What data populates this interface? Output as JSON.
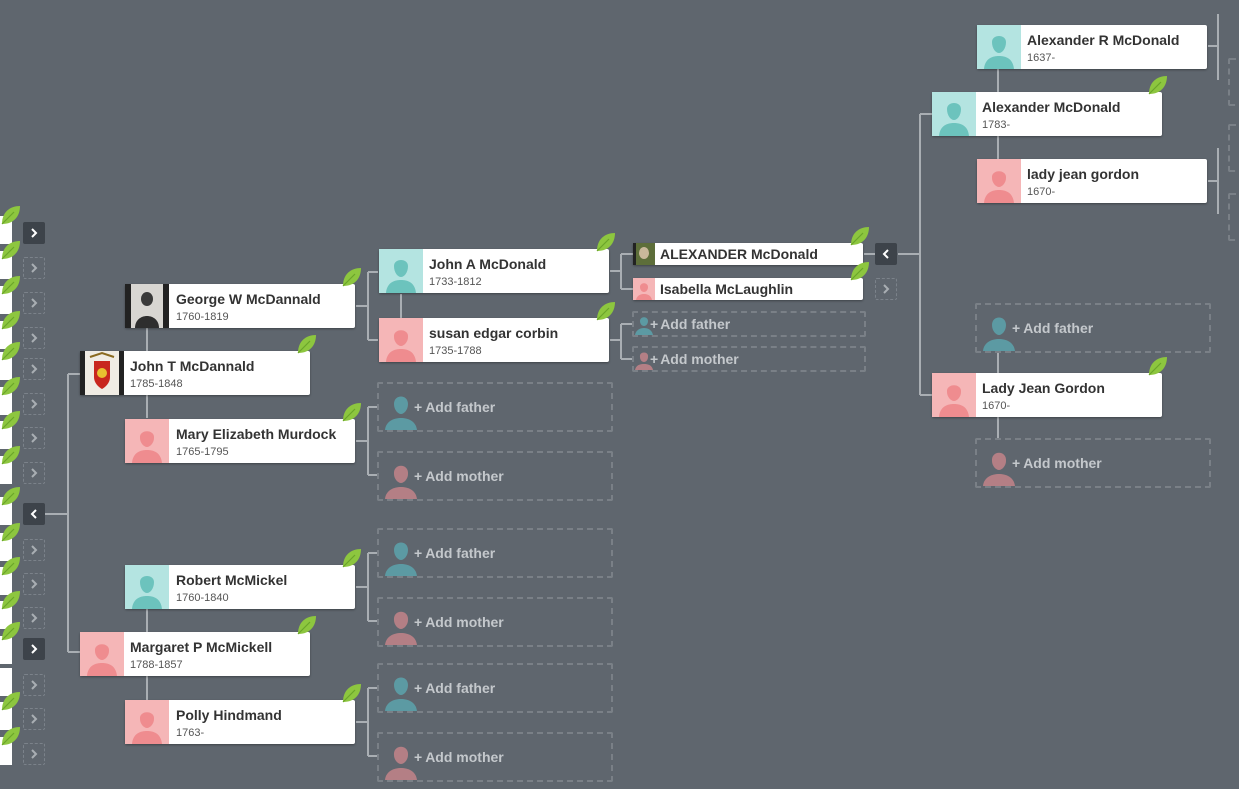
{
  "colors": {
    "background": "#5f666e",
    "male_avatar_bg": "#b4e4e1",
    "male_silhouette": "#6cc3bd",
    "female_avatar_bg": "#f5b6b7",
    "female_silhouette": "#ef8c8f",
    "add_male": "#5c9aa3",
    "add_female": "#b47f85",
    "leaf": "#8dc63f"
  },
  "people": {
    "george": {
      "name": "George W McDannald",
      "years": "1760-1819"
    },
    "john_t": {
      "name": "John T McDannald",
      "years": "1785-1848"
    },
    "mary": {
      "name": "Mary Elizabeth Murdock",
      "years": "1765-1795"
    },
    "robert": {
      "name": "Robert McMickel",
      "years": "1760-1840"
    },
    "margaret": {
      "name": "Margaret P McMickell",
      "years": "1788-1857"
    },
    "polly": {
      "name": "Polly Hindmand",
      "years": "1763-"
    },
    "john_a": {
      "name": "John A McDonald",
      "years": "1733-1812"
    },
    "susan": {
      "name": "susan edgar corbin",
      "years": "1735-1788"
    },
    "alexander_caps": {
      "name": "ALEXANDER McDonald"
    },
    "isabella": {
      "name": "Isabella McLaughlin"
    },
    "alex_r": {
      "name": "Alexander R McDonald",
      "years": "1637-"
    },
    "alexander": {
      "name": "Alexander McDonald",
      "years": "1783-"
    },
    "lady_jean_lower": {
      "name": "lady jean gordon",
      "years": "1670-"
    },
    "lady_jean": {
      "name": "Lady Jean Gordon",
      "years": "1670-"
    }
  },
  "actions": {
    "add_father": "Add father",
    "add_mother": "Add mother",
    "plus": "+"
  },
  "icons": {
    "leaf": "hint-leaf-icon",
    "expand": "chevron-right-icon",
    "collapse": "chevron-left-icon",
    "male": "male-silhouette-icon",
    "female": "female-silhouette-icon"
  }
}
